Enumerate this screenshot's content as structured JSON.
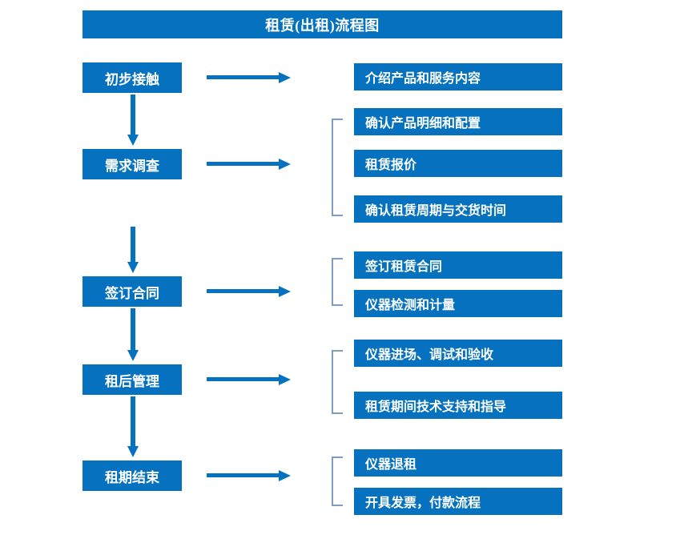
{
  "title": {
    "text": "租赁(出租)流程图"
  },
  "colors": {
    "box_blue": "#0571bf",
    "arrow_blue": "#0571bf",
    "bracket_blue": "#7d9ec0",
    "text_white": "#ffffff",
    "background": "#ffffff"
  },
  "stages": [
    {
      "id": "initial-contact",
      "label": "初步接触"
    },
    {
      "id": "needs-survey",
      "label": "需求调查"
    },
    {
      "id": "sign-contract",
      "label": "签订合同"
    },
    {
      "id": "post-rent-mgmt",
      "label": "租后管理"
    },
    {
      "id": "lease-end",
      "label": "租期结束"
    }
  ],
  "details": [
    {
      "id": "introduce-products",
      "label": "介绍产品和服务内容"
    },
    {
      "id": "confirm-spec",
      "label": "确认产品明细和配置"
    },
    {
      "id": "rental-quote",
      "label": "租赁报价"
    },
    {
      "id": "confirm-period",
      "label": "确认租赁周期与交货时间"
    },
    {
      "id": "sign-lease",
      "label": "签订租赁合同"
    },
    {
      "id": "inspect-measure",
      "label": "仪器检测和计量"
    },
    {
      "id": "onsite-commission",
      "label": "仪器进场、调试和验收"
    },
    {
      "id": "tech-support",
      "label": "租赁期间技术支持和指导"
    },
    {
      "id": "return-device",
      "label": "仪器退租"
    },
    {
      "id": "invoice-payment",
      "label": "开具发票，付款流程"
    }
  ],
  "connectors": {
    "horizontal_arrow_count": 5,
    "vertical_arrow_count": 4,
    "bracket_count": 4
  }
}
